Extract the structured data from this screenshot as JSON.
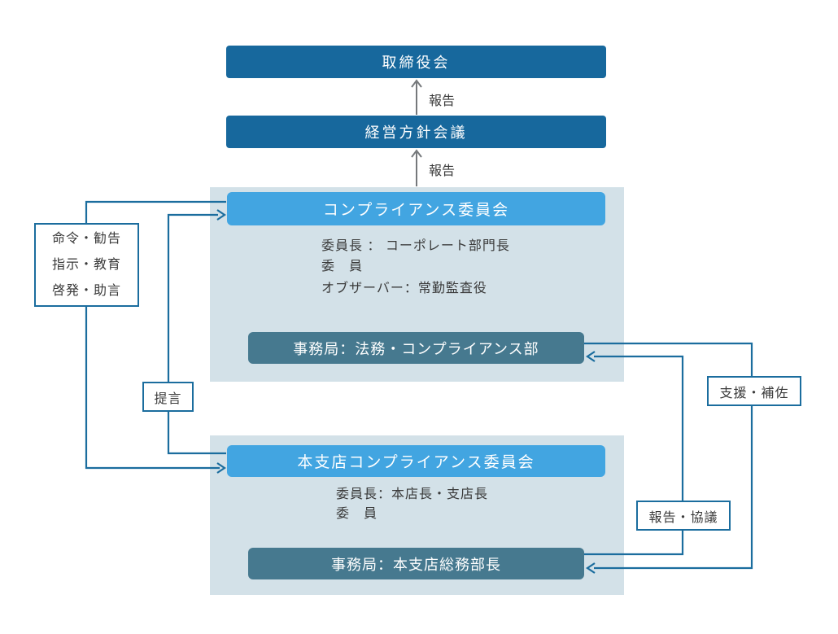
{
  "colors": {
    "navy": "#17689d",
    "bright": "#42a5e1",
    "slate": "#46798f",
    "panel": "#d3e1e8",
    "line": "#1b6d9e",
    "gray-arrow": "#75787b",
    "text-dark": "#3a3a3a"
  },
  "board_label": "取締役会",
  "policy_label": "経営方針会議",
  "report_arrow_1": "報告",
  "report_arrow_2": "報告",
  "upper_committee": {
    "title": "コンプライアンス委員会",
    "detail1": "委員長 ： コーポレート部門長",
    "detail2": "委　員",
    "detail3": "オブザーバー：常勤監査役",
    "secretariat": "事務局：法務・コンプライアンス部"
  },
  "lower_committee": {
    "title": "本支店コンプライアンス委員会",
    "detail1": "委員長：本店長・支店長",
    "detail2": "委　員",
    "secretariat": "事務局：本支店総務部長"
  },
  "flow_labels": {
    "directive1": "命令・勧告",
    "directive2": "指示・教育",
    "directive3": "啓発・助言",
    "proposal": "提言",
    "support": "支援・補佐",
    "report_consult": "報告・協議"
  }
}
